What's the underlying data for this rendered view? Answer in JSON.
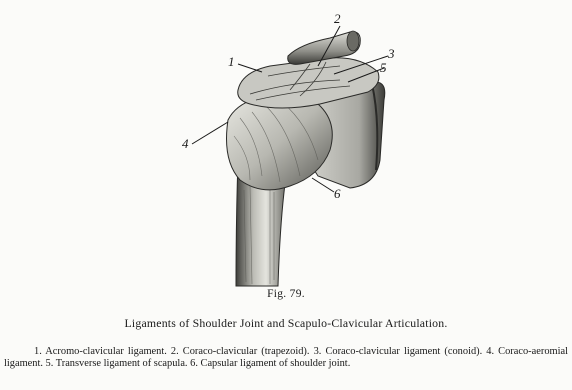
{
  "figure": {
    "number_label": "Fig. 79.",
    "title": "Ligaments of Shoulder Joint and Scapulo-Clavicular Articulation.",
    "legend": "1. Acromo-clavicular ligament. 2. Coraco-clavicular (trapezoid). 3. Coraco-clavicular ligament (conoid). 4. Coraco-aeromial ligament. 5. Transverse ligament of scapula. 6. Capsular ligament of shoulder joint."
  },
  "callouts": {
    "c1": "1",
    "c2": "2",
    "c3": "3",
    "c4": "4",
    "c5": "5",
    "c6": "6"
  },
  "colors": {
    "ink": "#1a1a1a",
    "paper": "#fbfbf9",
    "bone_mid": "#9a9a94",
    "bone_light": "#d9d9d4",
    "bone_dark": "#4a4a46"
  }
}
